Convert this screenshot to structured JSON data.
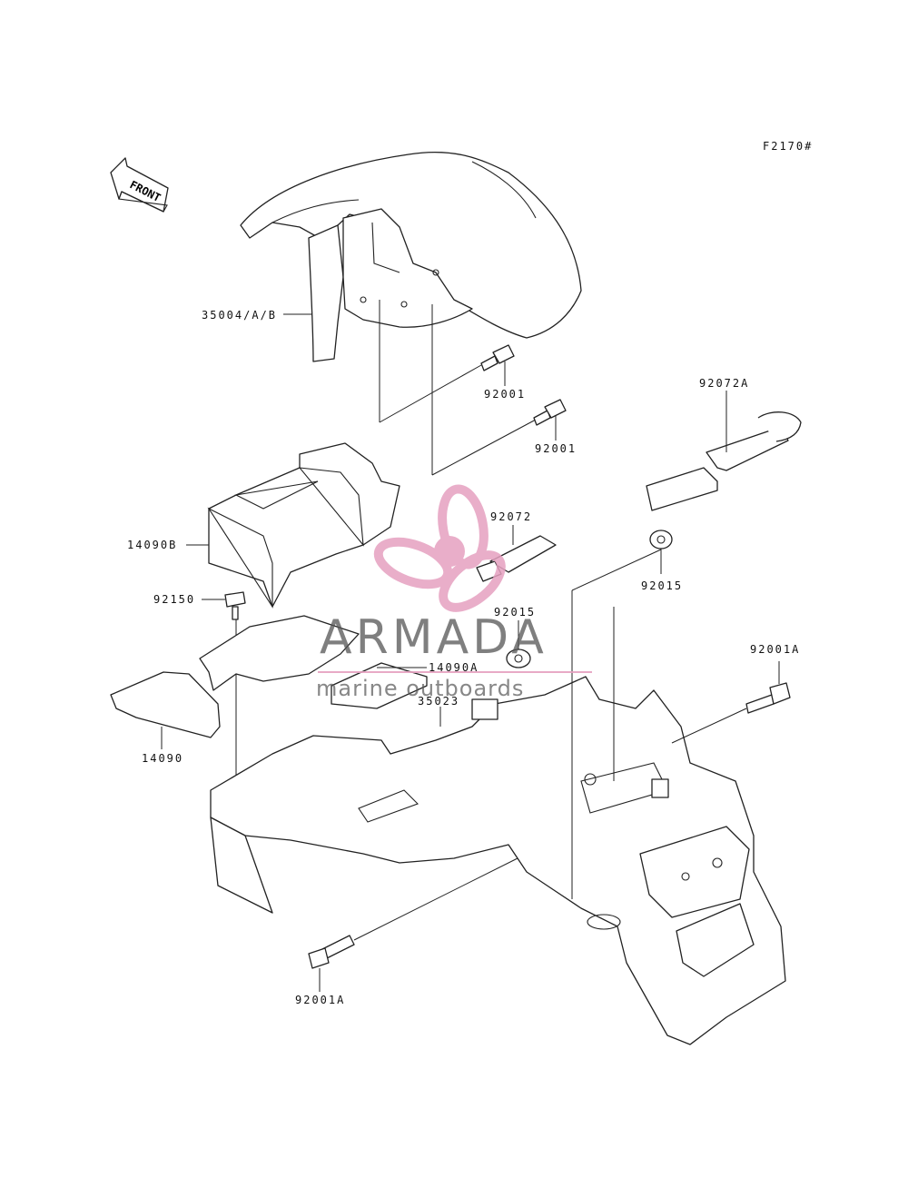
{
  "figure_code": "F2170#",
  "direction_label": "FRONT",
  "parts": [
    {
      "id": "p1",
      "label": "35004/A/B"
    },
    {
      "id": "p2",
      "label": "92001"
    },
    {
      "id": "p3",
      "label": "92001"
    },
    {
      "id": "p4",
      "label": "92072A"
    },
    {
      "id": "p5",
      "label": "14090B"
    },
    {
      "id": "p6",
      "label": "92072"
    },
    {
      "id": "p7",
      "label": "92015"
    },
    {
      "id": "p8",
      "label": "92015"
    },
    {
      "id": "p9",
      "label": "92150"
    },
    {
      "id": "p10",
      "label": "92001A"
    },
    {
      "id": "p11",
      "label": "14090A"
    },
    {
      "id": "p12",
      "label": "35023"
    },
    {
      "id": "p13",
      "label": "14090"
    },
    {
      "id": "p14",
      "label": "92001A"
    }
  ],
  "watermark": {
    "brand": "ARMADA",
    "tagline": "marine outboards",
    "accent_color": "#e6a1c0",
    "line_color": "#555555"
  }
}
